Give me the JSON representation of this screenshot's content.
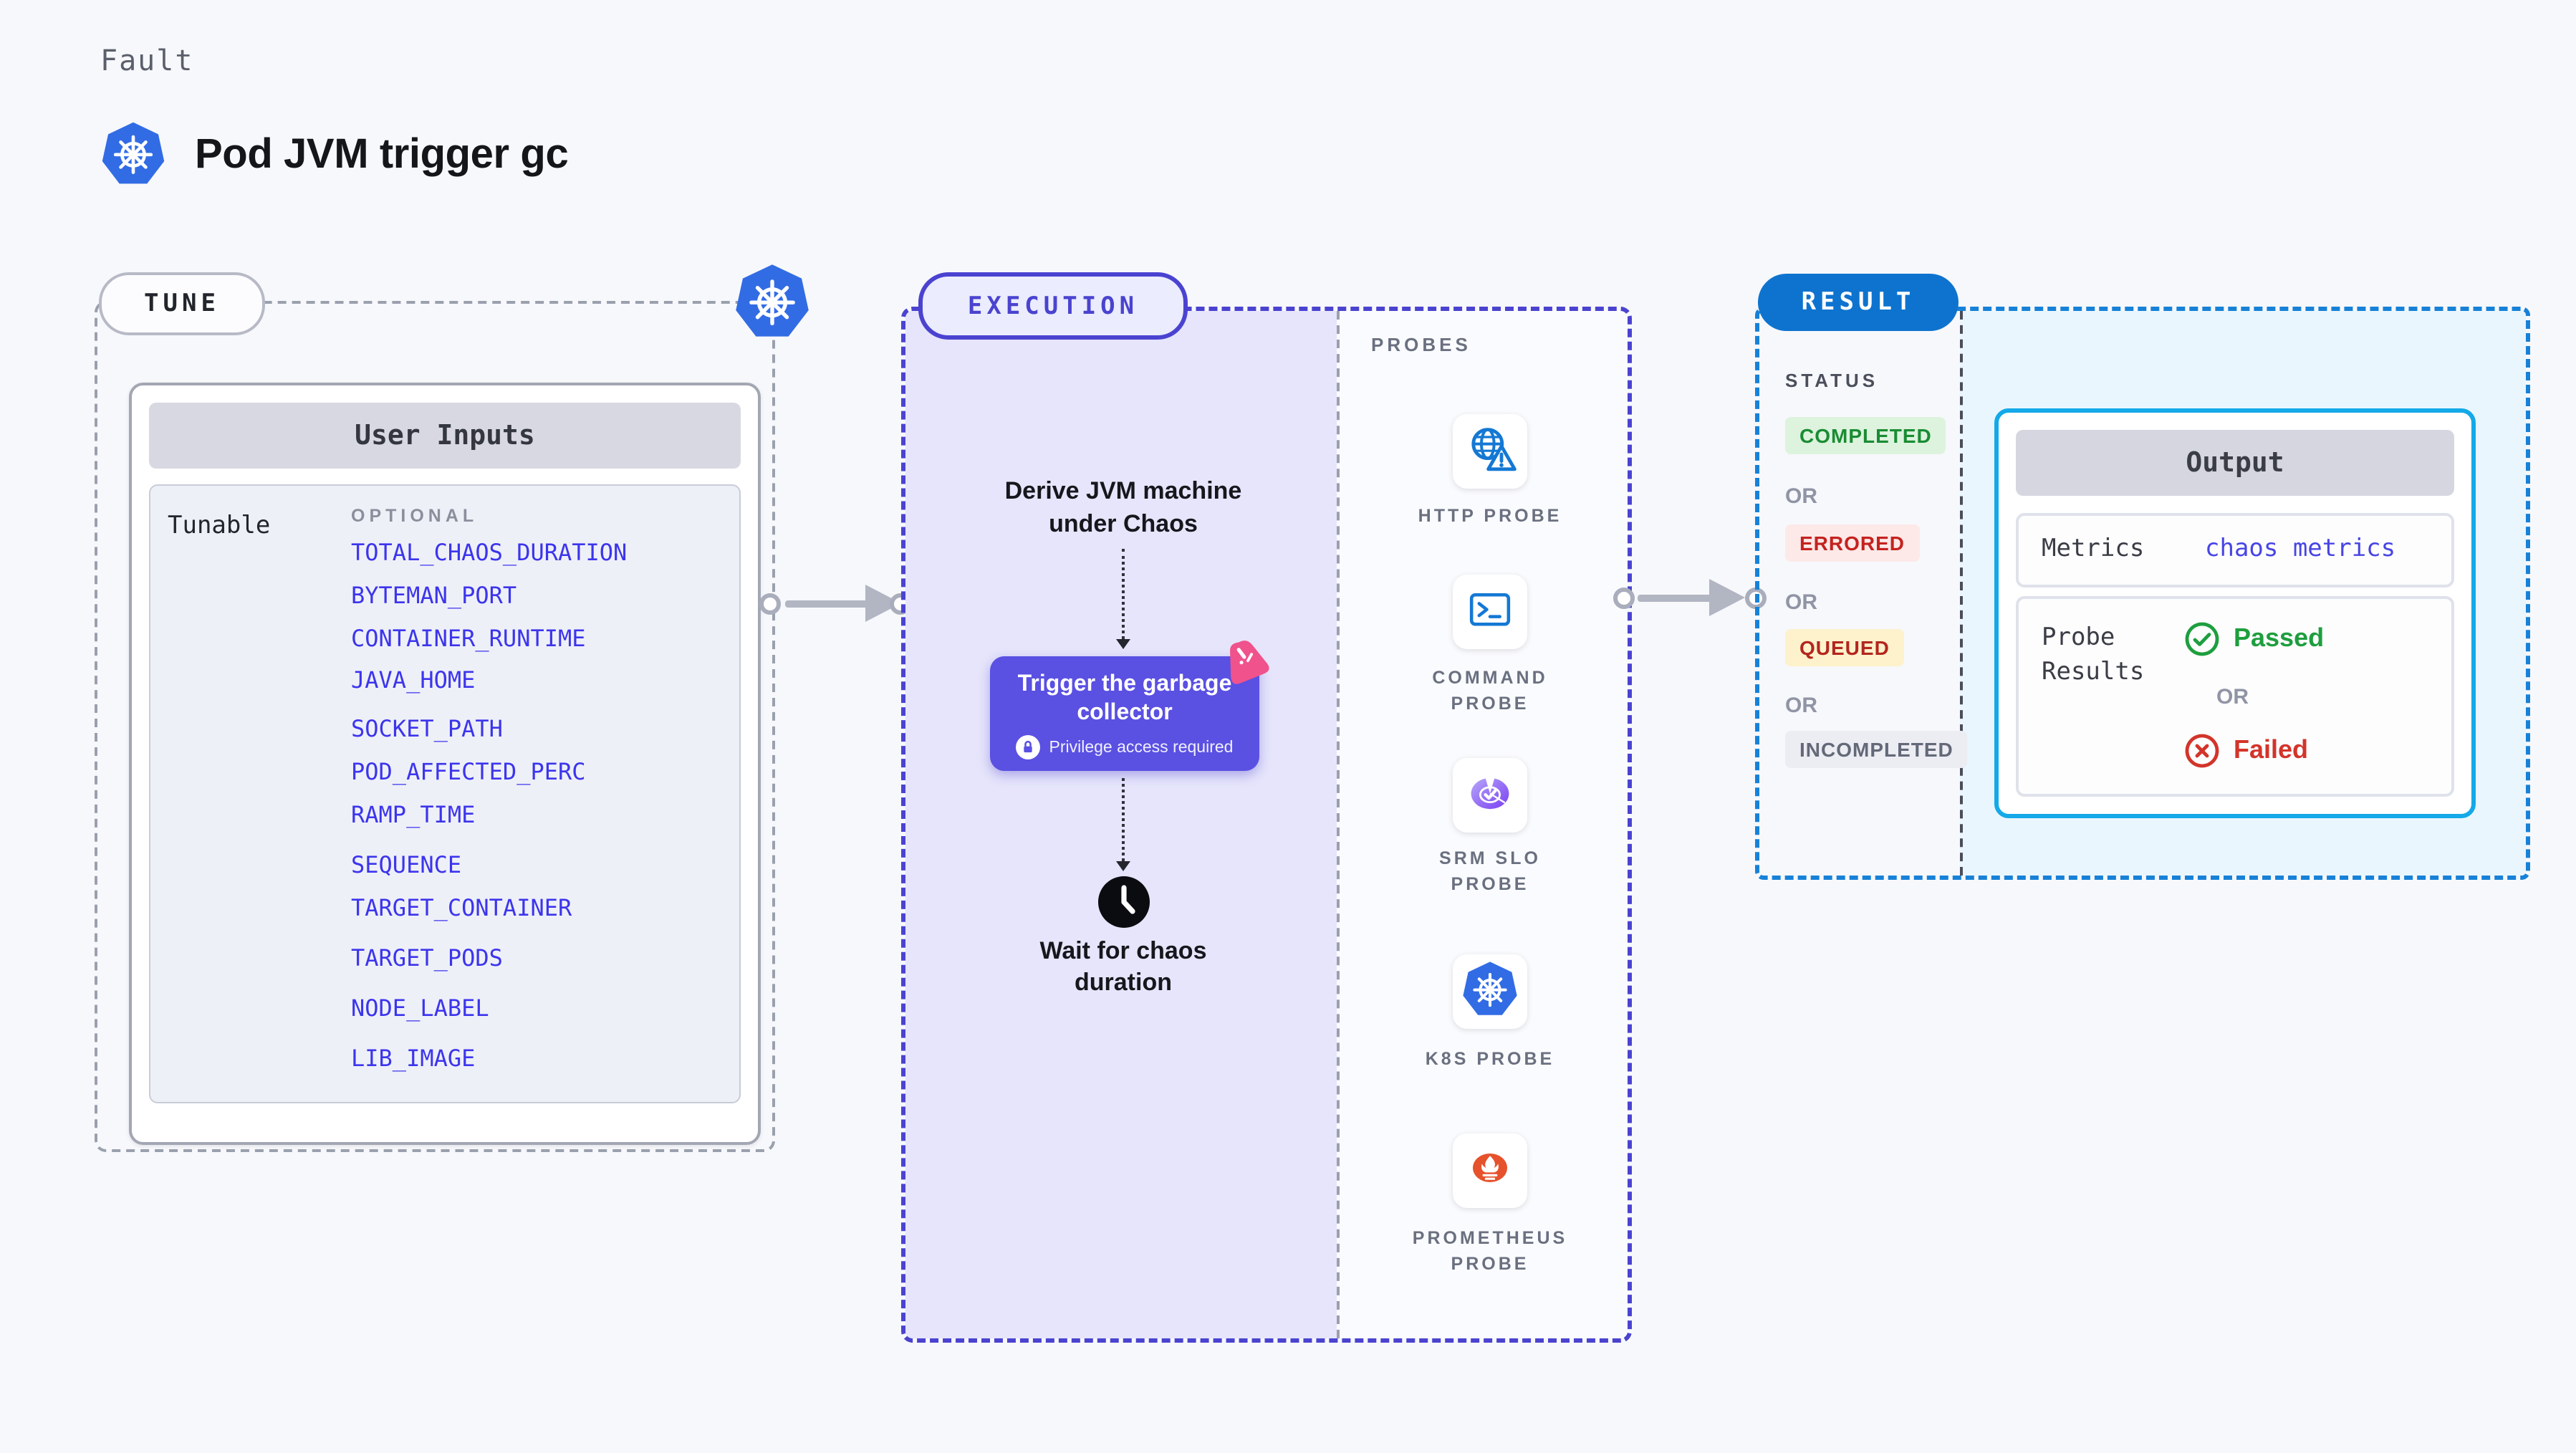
{
  "header": {
    "kicker": "Fault",
    "title": "Pod JVM trigger gc"
  },
  "tune": {
    "pill": "TUNE",
    "card_title": "User Inputs",
    "row_label": "Tunable",
    "column_header": "OPTIONAL",
    "params": [
      "TOTAL_CHAOS_DURATION",
      "BYTEMAN_PORT",
      "CONTAINER_RUNTIME",
      "JAVA_HOME",
      "SOCKET_PATH",
      "POD_AFFECTED_PERC",
      "RAMP_TIME",
      "SEQUENCE",
      "TARGET_CONTAINER",
      "TARGET_PODS",
      "NODE_LABEL",
      "LIB_IMAGE"
    ]
  },
  "execution": {
    "pill": "EXECUTION",
    "derive_line1": "Derive JVM machine",
    "derive_line2": "under Chaos",
    "trigger_title": "Trigger the garbage collector",
    "trigger_note": "Privilege access required",
    "wait_line1": "Wait for chaos",
    "wait_line2": "duration"
  },
  "probes": {
    "title": "PROBES",
    "items": [
      {
        "label": "HTTP PROBE",
        "icon": "globe-alert-icon"
      },
      {
        "label": "COMMAND PROBE",
        "icon": "terminal-icon"
      },
      {
        "label": "SRM SLO PROBE",
        "icon": "slo-gauge-icon"
      },
      {
        "label": "K8S PROBE",
        "icon": "kubernetes-icon"
      },
      {
        "label": "PROMETHEUS PROBE",
        "icon": "prometheus-icon"
      }
    ]
  },
  "result": {
    "pill": "RESULT",
    "status_title": "STATUS",
    "or_label": "OR",
    "statuses": [
      {
        "label": "COMPLETED",
        "tone": "green"
      },
      {
        "label": "ERRORED",
        "tone": "red"
      },
      {
        "label": "QUEUED",
        "tone": "yellow"
      },
      {
        "label": "INCOMPLETED",
        "tone": "gray"
      }
    ],
    "output": {
      "title": "Output",
      "metrics_label": "Metrics",
      "metrics_value": "chaos metrics",
      "probe_results_label": "Probe Results",
      "passed_label": "Passed",
      "or_label": "OR",
      "failed_label": "Failed"
    }
  },
  "colors": {
    "page_bg": "#f7f8fb",
    "kubernetes_blue": "#326ce5",
    "execution_indigo": "#4a43d0",
    "execution_fill": "#e6e5fb",
    "trigger_card": "#5a50e2",
    "chaos_pink": "#f0528c",
    "result_blue": "#0e73cf",
    "result_fill": "#e9f6fd",
    "output_border": "#14a9e8",
    "param_blue": "#3c35ec",
    "completed_green": "#1a8c33",
    "errored_red": "#c5221f",
    "queued_red": "#b3261e",
    "prometheus_orange": "#e6522c",
    "probe_icon_blue": "#1478d4",
    "slo_purple": "#7a3ff2"
  }
}
